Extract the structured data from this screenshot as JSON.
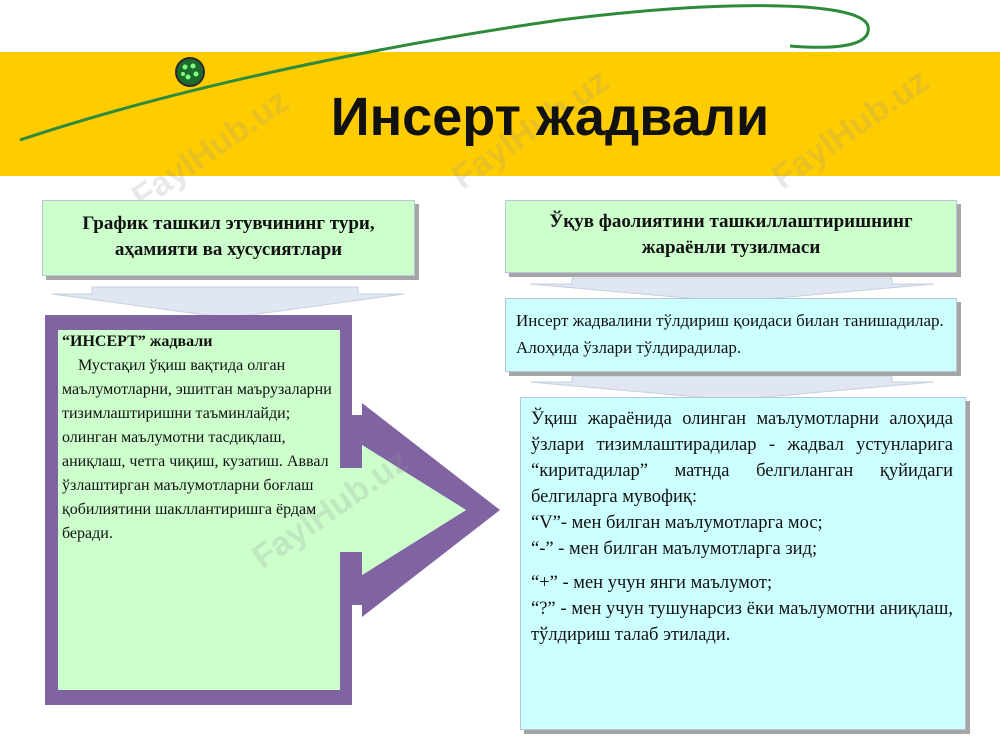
{
  "title": "Инсерт жадвали",
  "watermark": "FaylHub.uz",
  "left_header": "График ташкил этувчининг тури, аҳамияти ва хусусиятлари",
  "right_header": "Ўқув фаолиятини ташкиллаштиришнинг жараёнли тузилмаси",
  "purple_box": {
    "title": "“ИНСЕРТ” жадвали",
    "body": "Мустақил ўқиш вақтида олган маълумотларни, эшитган маърузаларни тизимлаштиришни таъминлайди; олинган маълумотни тасдиқлаш, аниқлаш, четга чиқиш, кузатиш. Аввал ўзлаштирган маълумотларни боғлаш қобилиятини шакллантиришга ёрдам беради."
  },
  "intro_box": "Инсерт жадвалини тўлдириш қоидаси билан танишадилар. Алоҳида ўзлари тўлдирадилар.",
  "rules_box": {
    "intro": "Ўқиш жараёнида олинган маълумотларни алоҳида ўзлари тизимлаштирадилар - жадвал устунларига “киритадилар” матнда белгиланган қуйидаги белгиларга мувофиқ:",
    "v": "“V”- мен билган маълумотларга мос;",
    "minus": "“-” - мен билган маълумотларга зид;",
    "plus": "“+” - мен учун янги маълумот;",
    "question": "“?” - мен учун тушунарсиз ёки маълумотни аниқлаш, тўлдириш талаб этилади."
  },
  "colors": {
    "banner": "#ffcc00",
    "header_box": "#ccffcc",
    "rule_box": "#ccffff",
    "purple_frame": "#8064a2",
    "down_arrow": "#e0e6f2",
    "swoosh": "#2e8b3c"
  }
}
